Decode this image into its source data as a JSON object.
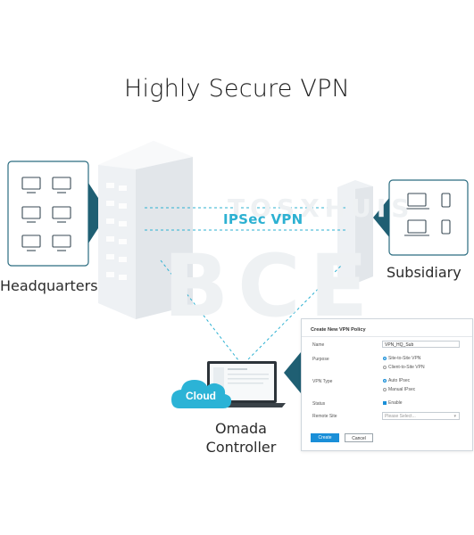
{
  "title": "Highly Secure VPN",
  "labels": {
    "headquarters": "Headquarters",
    "subsidiary": "Subsidiary",
    "tunnel": "IPSec VPN",
    "cloud": "Cloud",
    "controller_line1": "Omada",
    "controller_line2": "Controller"
  },
  "watermark": {
    "top": "TOSXHUIS",
    "big": "BCE"
  },
  "colors": {
    "accent": "#2db1d2",
    "panel_teal": "#1f5f73",
    "button_blue": "#1a8fd8"
  },
  "panel": {
    "title": "Create New VPN Policy",
    "name_label": "Name",
    "name_value": "VPN_HQ_Sub",
    "purpose_label": "Purpose",
    "purpose_options": [
      "Site-to-Site VPN",
      "Client-to-Site VPN"
    ],
    "vpn_type_label": "VPN Type",
    "vpn_type_options": [
      "Auto IPsec",
      "Manual IPsec"
    ],
    "status_label": "Status",
    "status_option": "Enable",
    "remote_site_label": "Remote Site",
    "remote_site_placeholder": "Please Select...",
    "create_label": "Create",
    "cancel_label": "Cancel"
  }
}
